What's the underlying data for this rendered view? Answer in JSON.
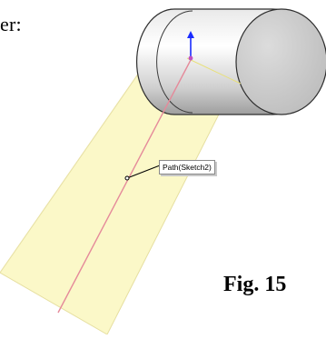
{
  "left_text": "er:",
  "figure_caption": "Fig. 15",
  "callout_label": "Path(Sketch2)",
  "colors": {
    "extrusion_fill": "#fbf8c8",
    "extrusion_edge": "#e8e2a0",
    "path_line": "#e58a9a",
    "cylinder_light": "#f3f3f3",
    "cylinder_shadow": "#9e9e9e",
    "axis_arrow": "#1a2cff"
  }
}
